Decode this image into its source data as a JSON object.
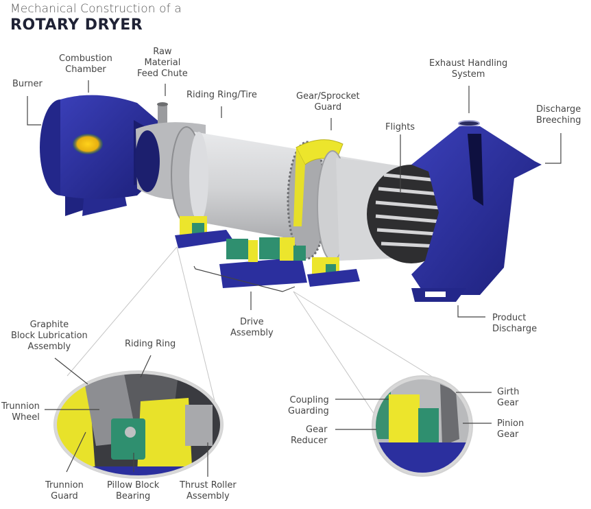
{
  "title": {
    "subtitle": "Mechanical Construction of a",
    "main": "ROTARY DRYER"
  },
  "colors": {
    "blue": "#2b2f9e",
    "blue_dark": "#1a1d6e",
    "shell_gray": "#c8c9cb",
    "yellow": "#ece52c",
    "green": "#2f8f6f",
    "flame": "#f2c10f",
    "leader": "#333333"
  },
  "labels": {
    "burner": "Burner",
    "combustion_chamber": "Combustion\nChamber",
    "feed_chute": "Raw\nMaterial\nFeed Chute",
    "riding_ring_tire": "Riding Ring/Tire",
    "gear_sprocket_guard": "Gear/Sprocket\nGuard",
    "flights": "Flights",
    "exhaust_handling": "Exhaust Handling\nSystem",
    "discharge_breeching": "Discharge\nBreeching",
    "product_discharge": "Product\nDischarge",
    "drive_assembly": "Drive\nAssembly",
    "graphite_block": "Graphite\nBlock Lubrication\nAssembly",
    "riding_ring": "Riding Ring",
    "trunnion_wheel": "Trunnion\nWheel",
    "trunnion_guard": "Trunnion\nGuard",
    "pillow_block": "Pillow Block\nBearing",
    "thrust_roller": "Thrust Roller\nAssembly",
    "coupling_guarding": "Coupling\nGuarding",
    "gear_reducer": "Gear\nReducer",
    "girth_gear": "Girth\nGear",
    "pinion_gear": "Pinion\nGear"
  }
}
